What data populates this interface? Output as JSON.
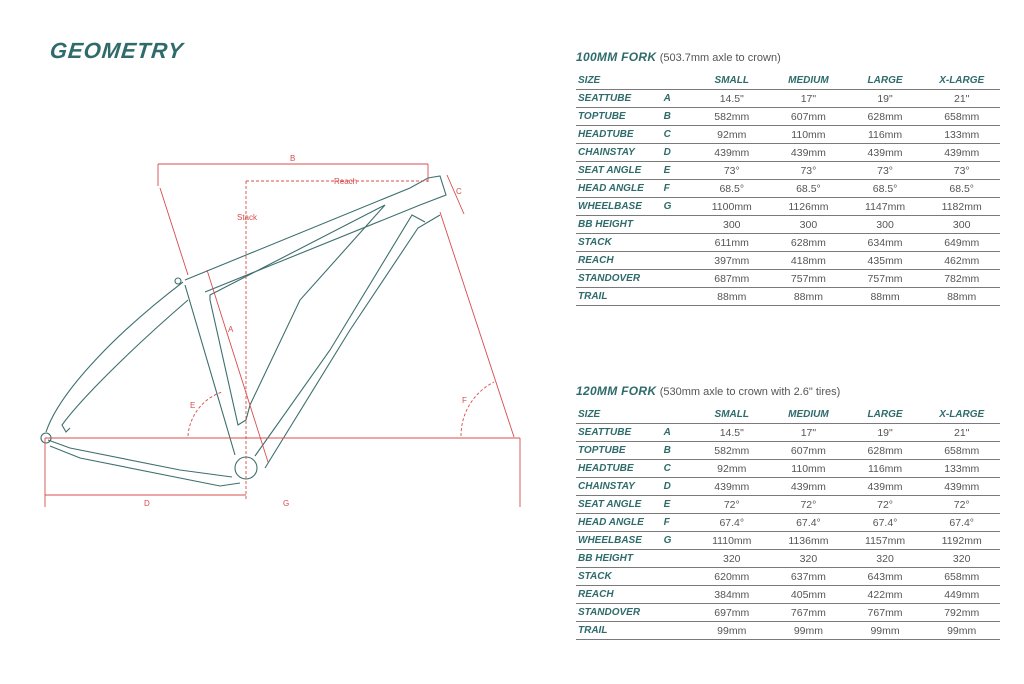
{
  "title": "GEOMETRY",
  "diagram_labels": {
    "B": "B",
    "Reach": "Reach",
    "Stack": "Stack",
    "C": "C",
    "A": "A",
    "E": "E",
    "F": "F",
    "D": "D",
    "G": "G"
  },
  "tables": [
    {
      "fork": "100MM FORK",
      "note": "(503.7mm axle to crown)",
      "header": [
        "SIZE",
        "",
        "SMALL",
        "MEDIUM",
        "LARGE",
        "X-LARGE"
      ],
      "rows": [
        [
          "SEATTUBE",
          "A",
          "14.5\"",
          "17\"",
          "19\"",
          "21\""
        ],
        [
          "TOPTUBE",
          "B",
          "582mm",
          "607mm",
          "628mm",
          "658mm"
        ],
        [
          "HEADTUBE",
          "C",
          "92mm",
          "110mm",
          "116mm",
          "133mm"
        ],
        [
          "CHAINSTAY",
          "D",
          "439mm",
          "439mm",
          "439mm",
          "439mm"
        ],
        [
          "SEAT ANGLE",
          "E",
          "73°",
          "73°",
          "73°",
          "73°"
        ],
        [
          "HEAD ANGLE",
          "F",
          "68.5°",
          "68.5°",
          "68.5°",
          "68.5°"
        ],
        [
          "WHEELBASE",
          "G",
          "1100mm",
          "1126mm",
          "1147mm",
          "1182mm"
        ],
        [
          "BB HEIGHT",
          "",
          "300",
          "300",
          "300",
          "300"
        ],
        [
          "STACK",
          "",
          "611mm",
          "628mm",
          "634mm",
          "649mm"
        ],
        [
          "REACH",
          "",
          "397mm",
          "418mm",
          "435mm",
          "462mm"
        ],
        [
          "STANDOVER",
          "",
          "687mm",
          "757mm",
          "757mm",
          "782mm"
        ],
        [
          "TRAIL",
          "",
          "88mm",
          "88mm",
          "88mm",
          "88mm"
        ]
      ]
    },
    {
      "fork": "120MM FORK",
      "note": "(530mm axle to crown with 2.6\" tires)",
      "header": [
        "SIZE",
        "",
        "SMALL",
        "MEDIUM",
        "LARGE",
        "X-LARGE"
      ],
      "rows": [
        [
          "SEATTUBE",
          "A",
          "14.5\"",
          "17\"",
          "19\"",
          "21\""
        ],
        [
          "TOPTUBE",
          "B",
          "582mm",
          "607mm",
          "628mm",
          "658mm"
        ],
        [
          "HEADTUBE",
          "C",
          "92mm",
          "110mm",
          "116mm",
          "133mm"
        ],
        [
          "CHAINSTAY",
          "D",
          "439mm",
          "439mm",
          "439mm",
          "439mm"
        ],
        [
          "SEAT ANGLE",
          "E",
          "72°",
          "72°",
          "72°",
          "72°"
        ],
        [
          "HEAD ANGLE",
          "F",
          "67.4°",
          "67.4°",
          "67.4°",
          "67.4°"
        ],
        [
          "WHEELBASE",
          "G",
          "1110mm",
          "1136mm",
          "1157mm",
          "1192mm"
        ],
        [
          "BB HEIGHT",
          "",
          "320",
          "320",
          "320",
          "320"
        ],
        [
          "STACK",
          "",
          "620mm",
          "637mm",
          "643mm",
          "658mm"
        ],
        [
          "REACH",
          "",
          "384mm",
          "405mm",
          "422mm",
          "449mm"
        ],
        [
          "STANDOVER",
          "",
          "697mm",
          "767mm",
          "767mm",
          "792mm"
        ],
        [
          "TRAIL",
          "",
          "99mm",
          "99mm",
          "99mm",
          "99mm"
        ]
      ]
    }
  ],
  "colors": {
    "frame": "#3d6f6f",
    "dimension": "#d84c4c",
    "heading": "#2f6b6b"
  }
}
